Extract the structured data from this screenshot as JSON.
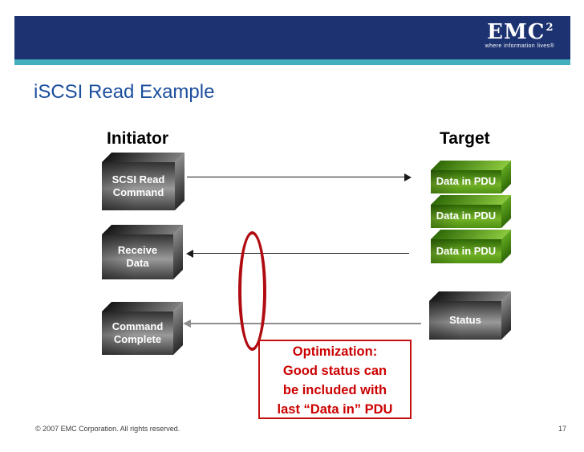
{
  "header": {
    "logo_text": "EMC",
    "logo_superscript": "2",
    "tagline": "where information lives®"
  },
  "title": "iSCSI Read Example",
  "diagram": {
    "initiator_label": "Initiator",
    "target_label": "Target",
    "initiator_boxes": [
      {
        "line1": "SCSI Read",
        "line2": "Command"
      },
      {
        "line1": "Receive",
        "line2": "Data"
      },
      {
        "line1": "Command",
        "line2": "Complete"
      }
    ],
    "target_boxes": [
      {
        "label": "Data in PDU"
      },
      {
        "label": "Data in PDU"
      },
      {
        "label": "Data in PDU"
      },
      {
        "label": "Status"
      }
    ]
  },
  "note": {
    "lines": [
      "Optimization:",
      "Good status can",
      "be included with",
      "last “Data in” PDU"
    ]
  },
  "footer": {
    "copyright": "© 2007 EMC Corporation. All rights reserved.",
    "page_number": "17"
  },
  "colors": {
    "header_navy": "#1d3271",
    "teal_accent": "#43aebc",
    "title_blue": "#1c4f9e",
    "note_red": "#cc0000",
    "pdu_green": "#5fa51c",
    "box_gray": "#6e6e6e"
  }
}
